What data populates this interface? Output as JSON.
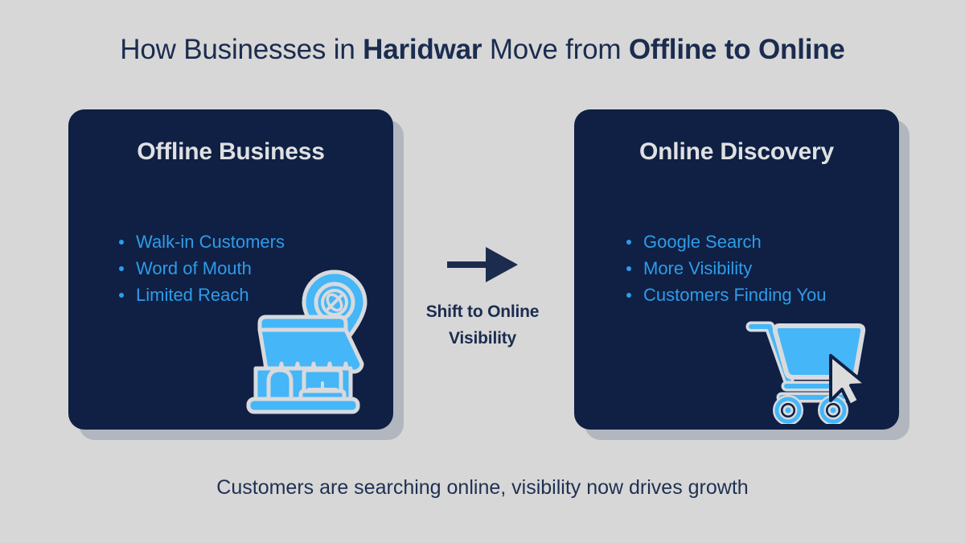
{
  "theme": {
    "page_background": "#d7d7d7",
    "card_background": "#0f2044",
    "card_shadow": "#b2b6bf",
    "navy_text": "#1b2c4f",
    "card_heading_text": "#dfe0e2",
    "bullet_text": "#2e9ce9",
    "icon_fill": "#45b6f7",
    "icon_stroke": "#d8dade",
    "cursor_fill": "#dcdcdc"
  },
  "title": {
    "part1": "How Businesses in ",
    "highlight1": "Haridwar",
    "part2": " Move from ",
    "highlight2": "Offline to Online",
    "full_text": "How Businesses in Haridwar Move from Offline to Online"
  },
  "cards": [
    {
      "id": "offline-business",
      "heading": "Offline Business",
      "bullets": [
        "Walk-in Customers",
        "Word of Mouth",
        "Limited Reach"
      ],
      "icon": "storefront-with-location-pin-icon"
    },
    {
      "id": "online-discovery",
      "heading": "Online Discovery",
      "bullets": [
        "Google Search",
        "More Visibility",
        "Customers Finding You"
      ],
      "icon": "shopping-cart-with-cursor-icon"
    }
  ],
  "middle": {
    "arrow_icon": "right-arrow-icon",
    "label_line1": "Shift to Online",
    "label_line2": "Visibility",
    "label_full": "Shift to Online Visibility"
  },
  "footer": {
    "caption": "Customers are searching online, visibility now drives growth"
  }
}
